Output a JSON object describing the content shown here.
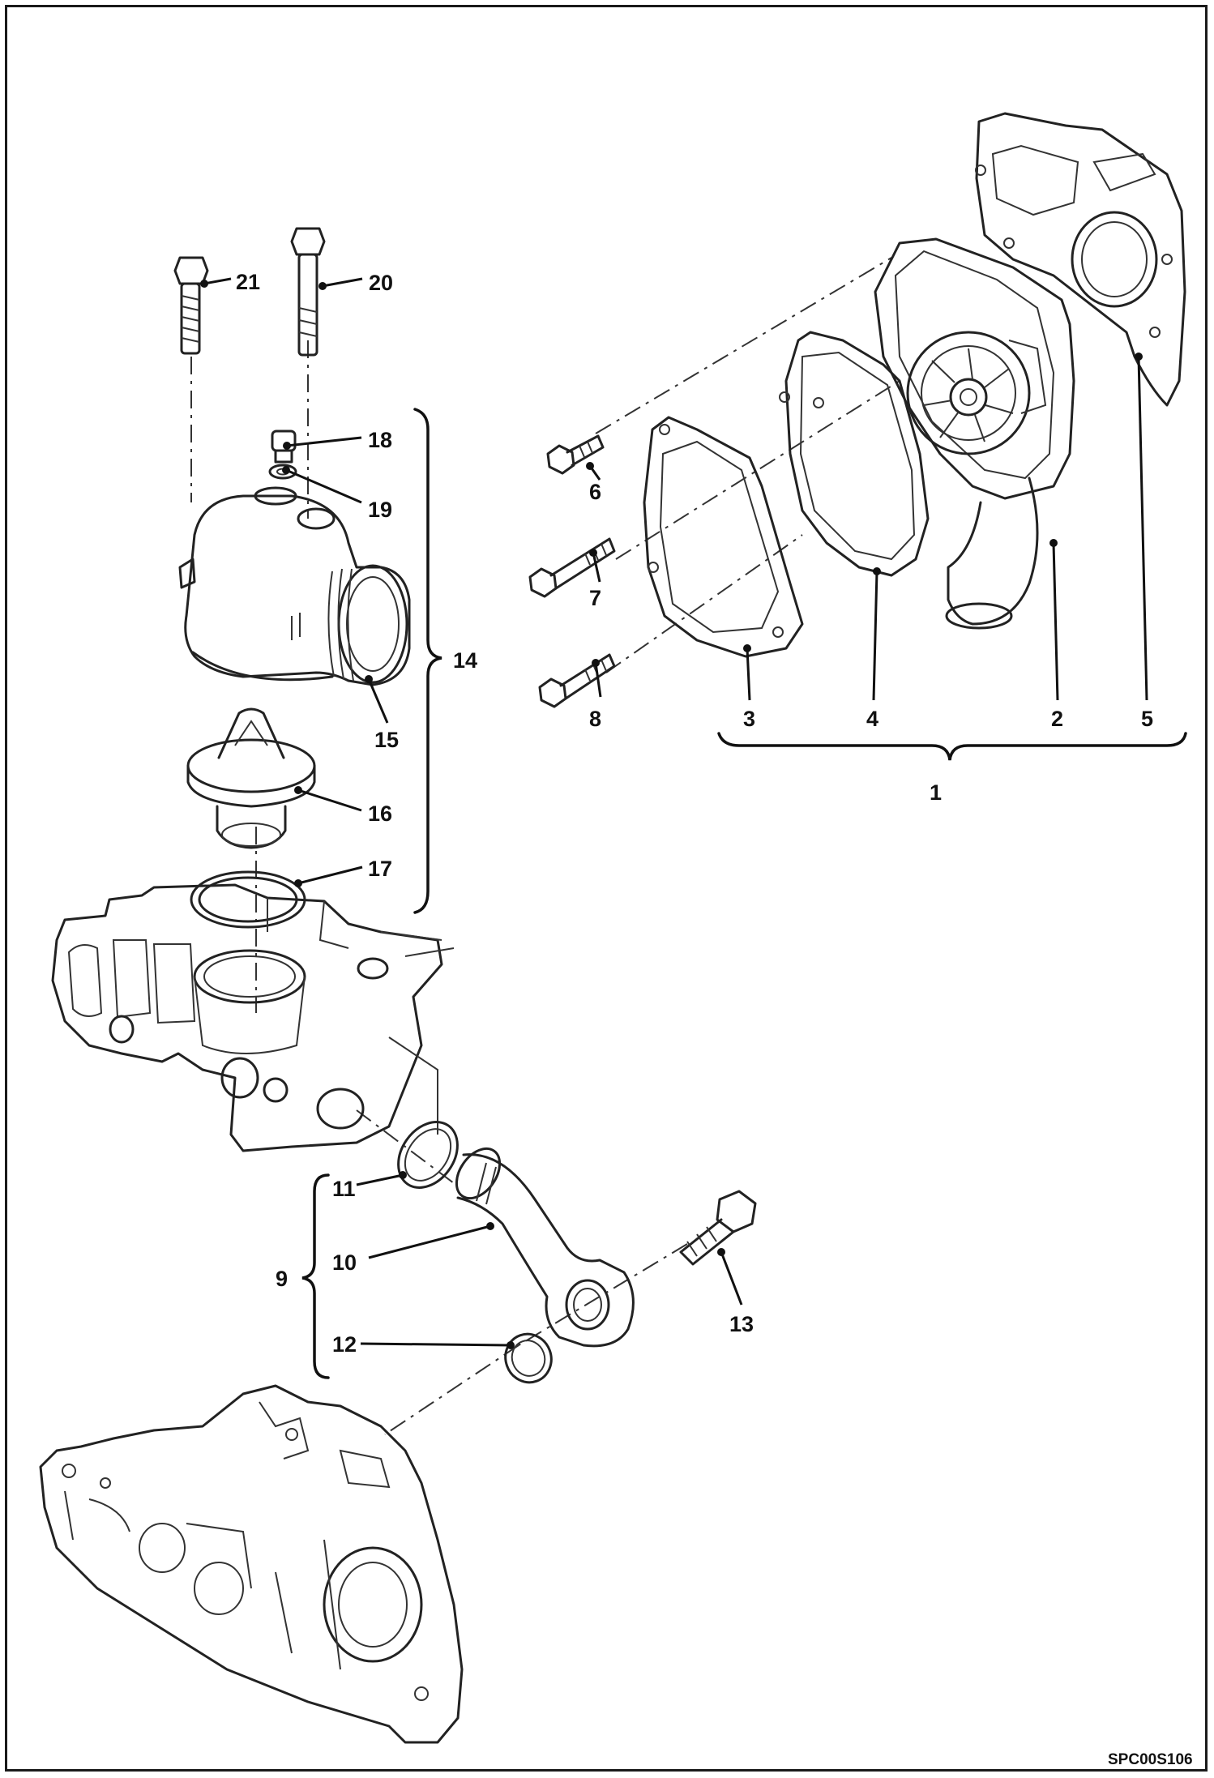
{
  "figure_code": "SPC00S106",
  "callouts": {
    "c1": "1",
    "c2": "2",
    "c3": "3",
    "c4": "4",
    "c5": "5",
    "c6": "6",
    "c7": "7",
    "c8": "8",
    "c9": "9",
    "c10": "10",
    "c11": "11",
    "c12": "12",
    "c13": "13",
    "c14": "14",
    "c15": "15",
    "c16": "16",
    "c17": "17",
    "c18": "18",
    "c19": "19",
    "c20": "20",
    "c21": "21"
  }
}
